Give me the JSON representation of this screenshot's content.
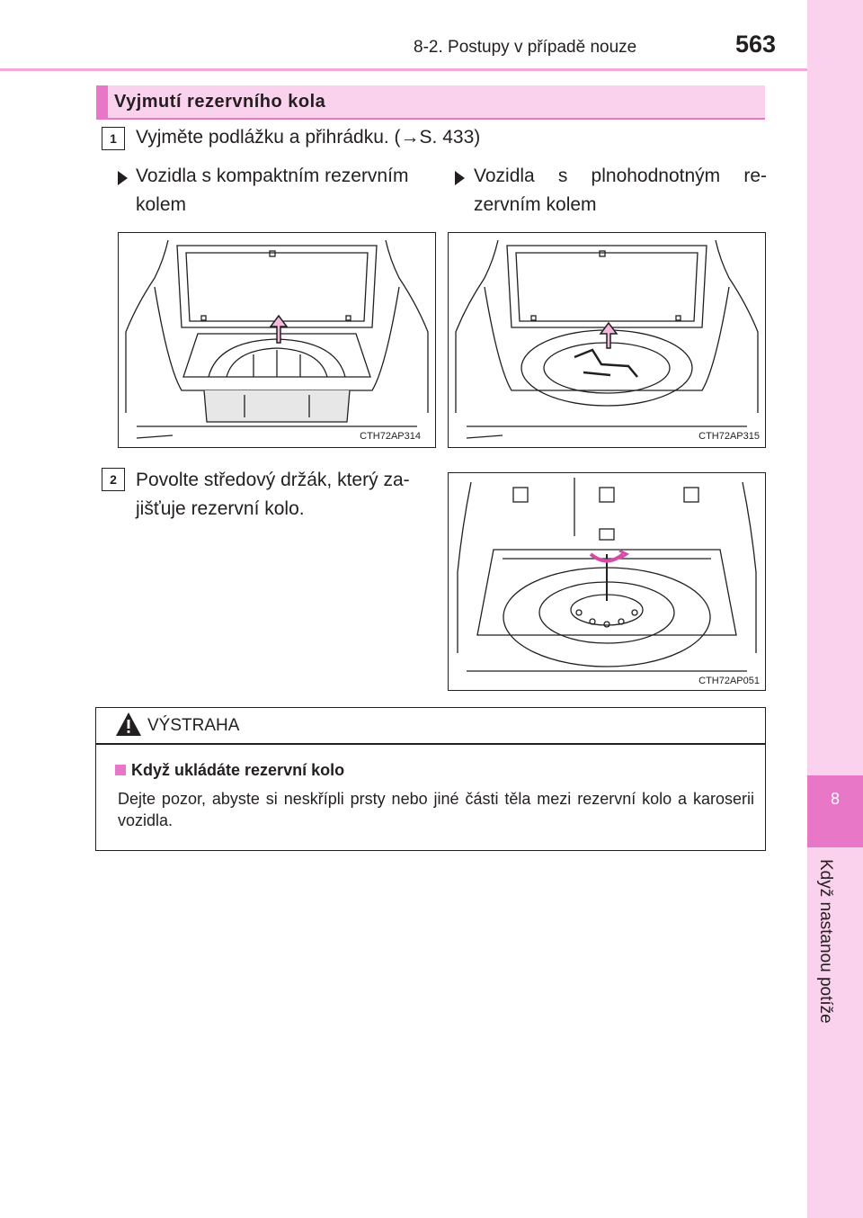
{
  "header": {
    "section_title": "8-2. Postupy v případě nouze",
    "page_number": "563"
  },
  "sidebar": {
    "chapter_number": "8",
    "chapter_title": "Když nastanou potíže"
  },
  "section": {
    "heading": "Vyjmutí rezervního kola"
  },
  "steps": [
    {
      "number": "1",
      "text": "Vyjměte podlážku a přihrádku. (→S. 433)"
    },
    {
      "number": "2",
      "text": "Povolte středový držák, který za-jišťuje rezervní kolo."
    }
  ],
  "variants": [
    {
      "text": "Vozidla s kompaktním rezervním kolem"
    },
    {
      "text": "Vozidla s plnohodnotným re-zervním kolem"
    }
  ],
  "figures": [
    {
      "code": "CTH72AP314",
      "icon": "trunk-compact-spare-illustration"
    },
    {
      "code": "CTH72AP315",
      "icon": "trunk-full-spare-illustration"
    },
    {
      "code": "CTH72AP051",
      "icon": "spare-wheel-clamp-illustration"
    }
  ],
  "warning": {
    "label": "VÝSTRAHA",
    "subtitle": "Když ukládáte rezervní kolo",
    "body": "Dejte pozor, abyste si neskřípli prsty nebo jiné části těla mezi rezervní kolo a karoserii vozidla."
  },
  "colors": {
    "accent": "#e878c7",
    "accent_light": "#fbd2ee",
    "rule": "#f2a9d9"
  }
}
